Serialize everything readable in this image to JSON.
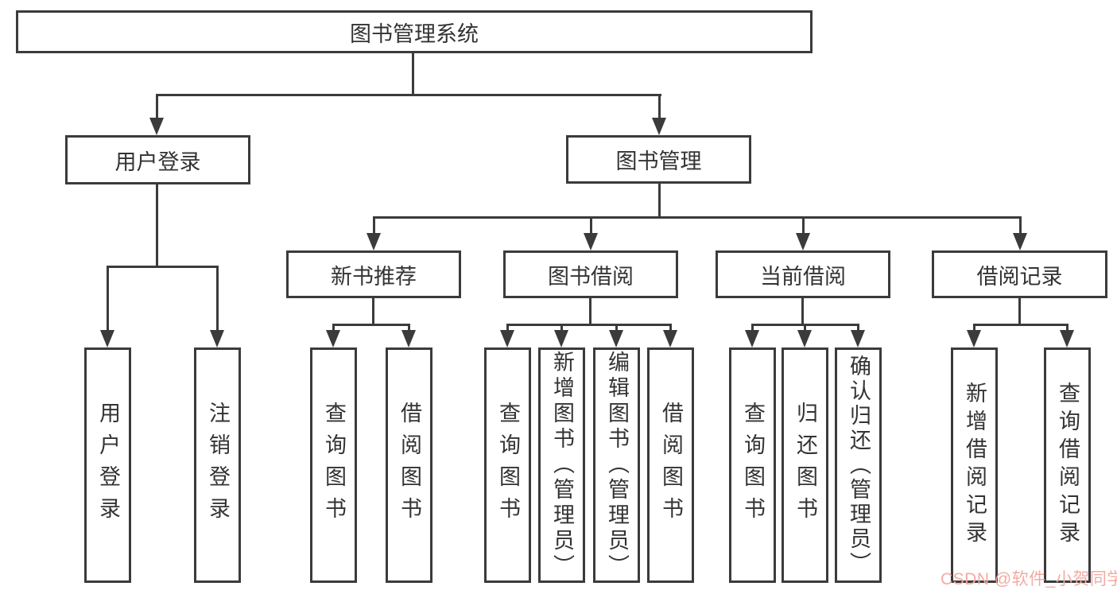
{
  "diagram": {
    "title": "图书管理系统",
    "level2": {
      "user_login": "用户登录",
      "book_mgmt": "图书管理"
    },
    "level3": {
      "new_book": "新书推荐",
      "book_borrow": "图书借阅",
      "current_borrow": "当前借阅",
      "borrow_record": "借阅记录"
    },
    "leaves": {
      "user_login": [
        "用户登录",
        "注销登录"
      ],
      "new_book": [
        "查询图书",
        "借阅图书"
      ],
      "book_borrow": [
        "查询图书",
        "新增图书（管理员）",
        "编辑图书（管理员）",
        "借阅图书"
      ],
      "current_borrow": [
        "查询图书",
        "归还图书",
        "确认归还（管理员）"
      ],
      "borrow_record": [
        "新增借阅记录",
        "查询借阅记录"
      ]
    }
  },
  "watermark": {
    "text": "CSDN @软件_小贺同学",
    "color": "#f2aba2"
  },
  "colors": {
    "line": "#3b3b3b",
    "text": "#333333",
    "background": "#ffffff"
  }
}
